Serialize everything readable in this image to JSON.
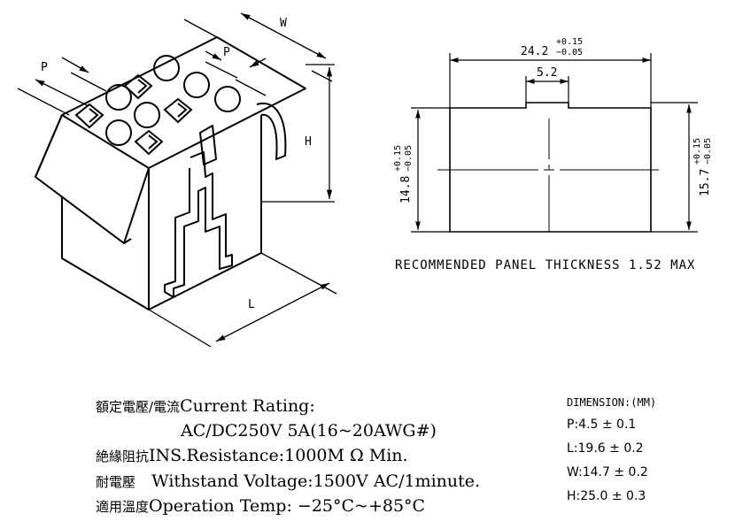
{
  "drawing": {
    "labels": {
      "w": "W",
      "p_left": "P",
      "p_right": "P",
      "h": "H",
      "l": "L"
    },
    "panel": {
      "width": "24.2",
      "width_tol_plus": "+0.15",
      "width_tol_minus": "−0.05",
      "notch": "5.2",
      "left_height": "14.8",
      "left_tol_plus": "+0.15",
      "left_tol_minus": "−0.05",
      "right_height": "15.7",
      "right_tol_plus": "+0.15",
      "right_tol_minus": "−0.05"
    },
    "note": "RECOMMENDED PANEL THICKNESS 1.52 MAX"
  },
  "specs": [
    {
      "cjk": "額定電壓/電流",
      "text": "Current Rating:"
    },
    {
      "cjk": "",
      "text": "AC/DC250V 5A(16~20AWG#)"
    },
    {
      "cjk": "絶緣阻抗",
      "text": "INS.Resistance:1000M Ω Min."
    },
    {
      "cjk": "耐電壓",
      "text": "Withstand Voltage:1500V AC/1minute."
    },
    {
      "cjk": "適用溫度",
      "text": "Operation Temp: −25°C~+85°C"
    }
  ],
  "dimensions": {
    "header": "DIMENSION:(MM)",
    "rows": [
      "P:4.5 ± 0.1",
      "L:19.6 ± 0.2",
      "W:14.7 ± 0.2",
      "H:25.0 ± 0.3"
    ]
  }
}
